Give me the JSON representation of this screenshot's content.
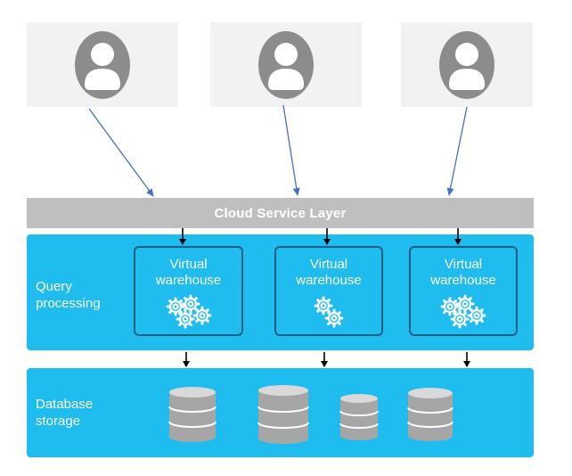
{
  "service_layer": {
    "label": "Cloud Service Layer"
  },
  "query_band": {
    "label_line1": "Query",
    "label_line2": "processing"
  },
  "storage_band": {
    "label_line1": "Database",
    "label_line2": "storage"
  },
  "warehouses": [
    {
      "line1": "Virtual",
      "line2": "warehouse",
      "gear_count": 3
    },
    {
      "line1": "Virtual",
      "line2": "warehouse",
      "gear_count": 2
    },
    {
      "line1": "Virtual",
      "line2": "warehouse",
      "gear_count": 3
    }
  ],
  "colors": {
    "band": "#1ebcef",
    "service_layer": "#bfbfbf",
    "warehouse_border": "#1d5f80",
    "user_card": "#f2f2f2",
    "user_icon": "#8c8c8c",
    "connector_line": "#4472c4",
    "database": "#a6a6a6"
  },
  "icons": [
    "user-icon",
    "gears-icon",
    "database-icon",
    "arrow-down-icon"
  ]
}
